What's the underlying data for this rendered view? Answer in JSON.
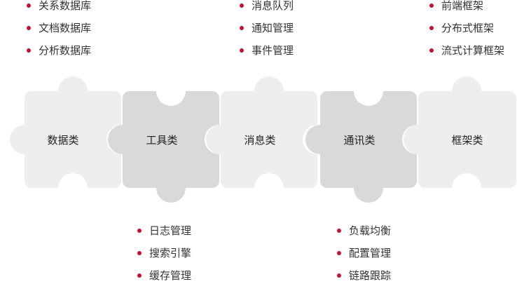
{
  "accent_color": "#c8102e",
  "pieces": [
    {
      "label": "数据类",
      "color": "#eeeeee",
      "items": [
        "关系数据库",
        "文档数据库",
        "分析数据库"
      ]
    },
    {
      "label": "工具类",
      "color": "#d9d9d9",
      "items": [
        "日志管理",
        "搜索引擎",
        "缓存管理"
      ]
    },
    {
      "label": "消息类",
      "color": "#eeeeee",
      "items": [
        "消息队列",
        "通知管理",
        "事件管理"
      ]
    },
    {
      "label": "通讯类",
      "color": "#d9d9d9",
      "items": [
        "负载均衡",
        "配置管理",
        "链路跟踪"
      ]
    },
    {
      "label": "框架类",
      "color": "#eeeeee",
      "items": [
        "前端框架",
        "分布式框架",
        "流式计算框架"
      ]
    }
  ]
}
